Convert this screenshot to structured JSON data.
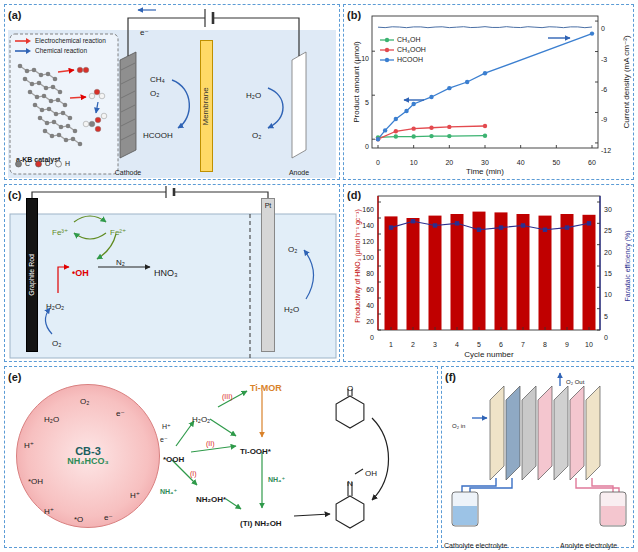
{
  "diagram": {
    "nodes": [
      {
        "text": [
          "(a)"
        ]
      },
      {
        "text": [
          "Membrane"
        ],
        "in": 0
      },
      {
        "text": [
          "(b)"
        ]
      },
      {
        "text": [
          "(c)"
        ]
      },
      {
        "text": [
          "Graphite Rod"
        ],
        "in": 3
      },
      {
        "text": [
          "Pt"
        ],
        "in": 3
      },
      {
        "text": [
          "(d)"
        ]
      },
      {
        "text": [
          "(e)"
        ]
      },
      {
        "text": [
          "CB-3",
          "NH₄HCO₃"
        ],
        "in": 7
      },
      {
        "text": [
          "(f)"
        ]
      }
    ],
    "labels": [
      "e⁻",
      "CH₄",
      "O₂",
      "HCOOH",
      "Cathode",
      "H₂O",
      "O₂",
      "Anode",
      "a-KB catalyst",
      "0",
      "5",
      "10",
      "0",
      "10",
      "20",
      "30",
      "40",
      "50",
      "60",
      "0",
      "-3",
      "-6",
      "-9",
      "-12",
      "Time (min)",
      "Product amount (μmol)",
      "Current density (mA cm⁻²)",
      "Fe³⁺",
      "Fe²⁺",
      "•OH",
      "N₂",
      "HNO₃",
      "H₂O₂",
      "O₂",
      "O₂",
      "H₂O",
      "0",
      "20",
      "40",
      "60",
      "80",
      "100",
      "120",
      "140",
      "160",
      "1",
      "2",
      "3",
      "4",
      "5",
      "6",
      "7",
      "8",
      "9",
      "10",
      "0",
      "5",
      "10",
      "15",
      "20",
      "25",
      "30",
      "Cycle number",
      "Productivity of HNO₃ (μmol h⁻¹ gc⁻¹)",
      "Faradaic efficiency (%)",
      "O₂",
      "H₂O",
      "e⁻",
      "H⁺",
      "*OH",
      "H⁺",
      "*O",
      "e⁻",
      "H⁺",
      "*OOH",
      "H⁺",
      "e⁻",
      "H₂O₂",
      "(III)",
      "Ti-MOR",
      "(II)",
      "Ti-OOH*",
      "NH₄⁺",
      "(I)",
      "NH₄⁺",
      "NH₂OH*",
      "(Ti) NH₂OH",
      "O",
      "N",
      "OH",
      "O₂ in",
      "O₂ Out",
      "Catholyte electrolyte",
      "Anolyte electrolyte"
    ],
    "legend": [
      {
        "text": "Electrochemical reaction"
      },
      {
        "text": "Chemical reaction"
      },
      {
        "text": "C",
        "color": "#808080"
      },
      {
        "text": "O",
        "color": "#d7312a"
      },
      {
        "text": "H",
        "color": "#f4f4f4"
      },
      {
        "text": "CH₃OH",
        "color": "#3cb371"
      },
      {
        "text": "CH₃OOH",
        "color": "#e34a4f"
      },
      {
        "text": "HCOOH",
        "color": "#3b7fd0"
      }
    ]
  }
}
